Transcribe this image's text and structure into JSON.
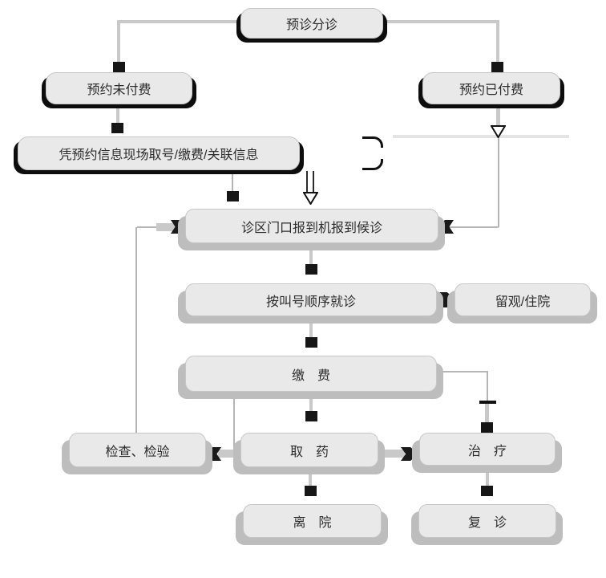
{
  "diagram": {
    "type": "flowchart",
    "language": "zh-CN",
    "nodes": {
      "triage": {
        "label": "预诊分诊"
      },
      "unpaid": {
        "label": "预约未付费"
      },
      "paid": {
        "label": "预约已付费"
      },
      "onsite": {
        "label": "凭预约信息现场取号/缴费/关联信息"
      },
      "checkin": {
        "label": "诊区门口报到机报到候诊"
      },
      "queue": {
        "label": "按叫号顺序就诊"
      },
      "observe": {
        "label": "留观/住院"
      },
      "pay": {
        "label": "缴　费"
      },
      "exam": {
        "label": "检查、检验"
      },
      "medicine": {
        "label": "取　药"
      },
      "treatment": {
        "label": "治　疗"
      },
      "leave": {
        "label": "离　院"
      },
      "revisit": {
        "label": "复　诊"
      }
    },
    "edges": [
      {
        "from": "triage",
        "to": "unpaid",
        "marker": "black-square"
      },
      {
        "from": "triage",
        "to": "paid",
        "marker": "black-square"
      },
      {
        "from": "unpaid",
        "to": "onsite",
        "marker": "black-square"
      },
      {
        "from": "onsite",
        "to": "checkin",
        "marker": "black-square"
      },
      {
        "from": "ghost-box",
        "to": "checkin",
        "marker": "hollow-triangle"
      },
      {
        "from": "paid",
        "to": "checkin",
        "marker": "hollow-triangle-then-black-arrow"
      },
      {
        "from": "checkin",
        "to": "queue",
        "marker": "black-square"
      },
      {
        "from": "queue",
        "to": "observe",
        "marker": "black-arrow"
      },
      {
        "from": "queue",
        "to": "pay",
        "marker": "black-square"
      },
      {
        "from": "pay",
        "to": "exam",
        "marker": "black-arrow"
      },
      {
        "from": "pay",
        "to": "medicine",
        "marker": "black-square"
      },
      {
        "from": "pay",
        "to": "treatment",
        "marker": "dash-black-square"
      },
      {
        "from": "exam",
        "to": "checkin",
        "marker": "black-arrow",
        "note": "feedback loop"
      },
      {
        "from": "medicine",
        "to": "treatment",
        "marker": "black-arrow"
      },
      {
        "from": "medicine",
        "to": "leave",
        "marker": "black-square"
      },
      {
        "from": "treatment",
        "to": "revisit",
        "marker": "black-square"
      }
    ],
    "colors": {
      "node_fill": "#e9e9e9",
      "node_border": "#c6c6c6",
      "shadow_black": "#0d0d0d",
      "shadow_gray": "#bdbdbd",
      "line_gray": "#c9c9c9",
      "line_thin_gray": "#b5b5b5",
      "line_light_gray": "#e4e4e4",
      "marker_black": "#161616",
      "background": "#ffffff"
    }
  }
}
